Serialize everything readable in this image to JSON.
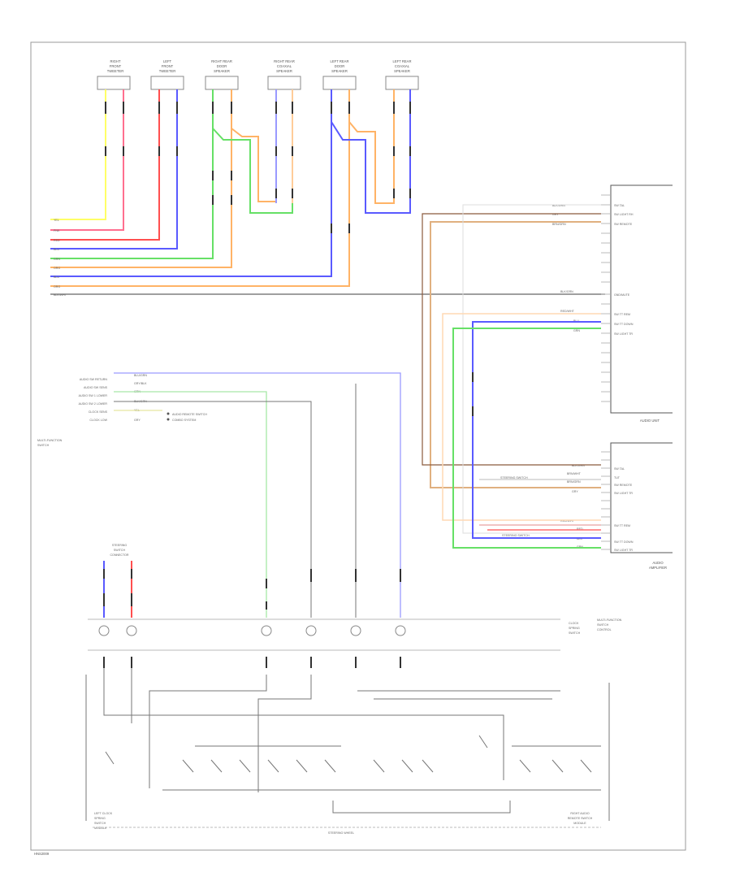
{
  "speakers": [
    {
      "lines": [
        "RIGHT",
        "FRONT",
        "TWEETER"
      ]
    },
    {
      "lines": [
        "LEFT",
        "FRONT",
        "TWEETER"
      ]
    },
    {
      "lines": [
        "RIGHT REAR",
        "DOOR",
        "SPEAKER"
      ]
    },
    {
      "lines": [
        "RIGHT REAR",
        "COAXIAL",
        "SPEAKER"
      ]
    },
    {
      "lines": [
        "LEFT REAR",
        "DOOR",
        "SPEAKER"
      ]
    },
    {
      "lines": [
        "LEFT REAR",
        "COAXIAL",
        "SPEAKER"
      ]
    }
  ],
  "harness_wires": [
    "YEL",
    "PNK",
    "RED",
    "BLU",
    "GRN",
    "ORG",
    "BLU",
    "ORG",
    "BLK/WHT"
  ],
  "audio_unit": {
    "label": "AUDIO UNIT",
    "wire_colors_top": [
      "BLK/GRN",
      "GRY",
      "BRN/GRN"
    ],
    "pins_top": [
      "SW TAL",
      "SW LIGHT RH",
      "SW REMOTE"
    ],
    "mid_label": "GND/MUTE",
    "mid_wire": "BLK/GRN",
    "bottom_wires": [
      "RED/WHT",
      "BLU",
      "GRN"
    ],
    "pins_bottom": [
      "SW TT REM",
      "SW TT DOWN",
      "SW LIGHT TR"
    ]
  },
  "audio_amp": {
    "label_lines": [
      "AUDIO",
      "AMPLIFIER"
    ],
    "wires": [
      "BLK/GRN",
      "BRN/WHT",
      "BRN/GRN",
      "GRY",
      "RED/WHT",
      "RED",
      "BLU",
      "GRN"
    ],
    "pins": [
      "SW TAL",
      "TUT",
      "SW REMOTE",
      "SW LIGHT TR",
      "SW TT REM",
      "SW TT DOWN",
      "SW LIGHT TR"
    ],
    "steering_note": "STEERING SWITCH"
  },
  "multi_function_switch": {
    "label_lines": [
      "MULTI-FUNCTION",
      "SWITCH"
    ],
    "signals": [
      "AUDIO SW RETURN",
      "AUDIO SW SENS",
      "AUDIO SW 1 LOWER",
      "AUDIO SW 2 LOWER",
      "CLOCK SENS",
      "CLOCK LOW"
    ],
    "wires": [
      "BLU/GRN",
      "GRY/BLK",
      "GRN",
      "BLK/GRN",
      "YEL",
      "GRY"
    ],
    "note_lines": [
      "AUDIO REMOTE SWITCH",
      "COMBO SYSTEM"
    ]
  },
  "steering_connector": {
    "lines": [
      "STEERING",
      "SWITCH",
      "CONNECTOR"
    ]
  },
  "clock_spring": {
    "lines": [
      "CLOCK",
      "SPRING",
      "SWITCH"
    ]
  },
  "multi_function_right": {
    "lines": [
      "MULTI-FUNCTION",
      "SWITCH",
      "CONTROL"
    ]
  },
  "left_switch": {
    "lines": [
      "LEFT CLOCK",
      "SPRING",
      "SWITCH",
      "MODULE"
    ]
  },
  "right_switch": {
    "lines": [
      "RIGHT AUDIO",
      "REMOTE SWITCH",
      "MODULE"
    ]
  },
  "steering_wheel": {
    "label": "STEERING WHEEL"
  },
  "footer": {
    "code": "HNS2009"
  },
  "colors": {
    "yellow": "#ffff66",
    "pink": "#ff6f8f",
    "red": "#ff4f4f",
    "blue": "#5a5aff",
    "green": "#66e066",
    "orange": "#ffb366",
    "gray": "#808080",
    "brown": "#8b5a3c",
    "tan": "#e0b080"
  }
}
